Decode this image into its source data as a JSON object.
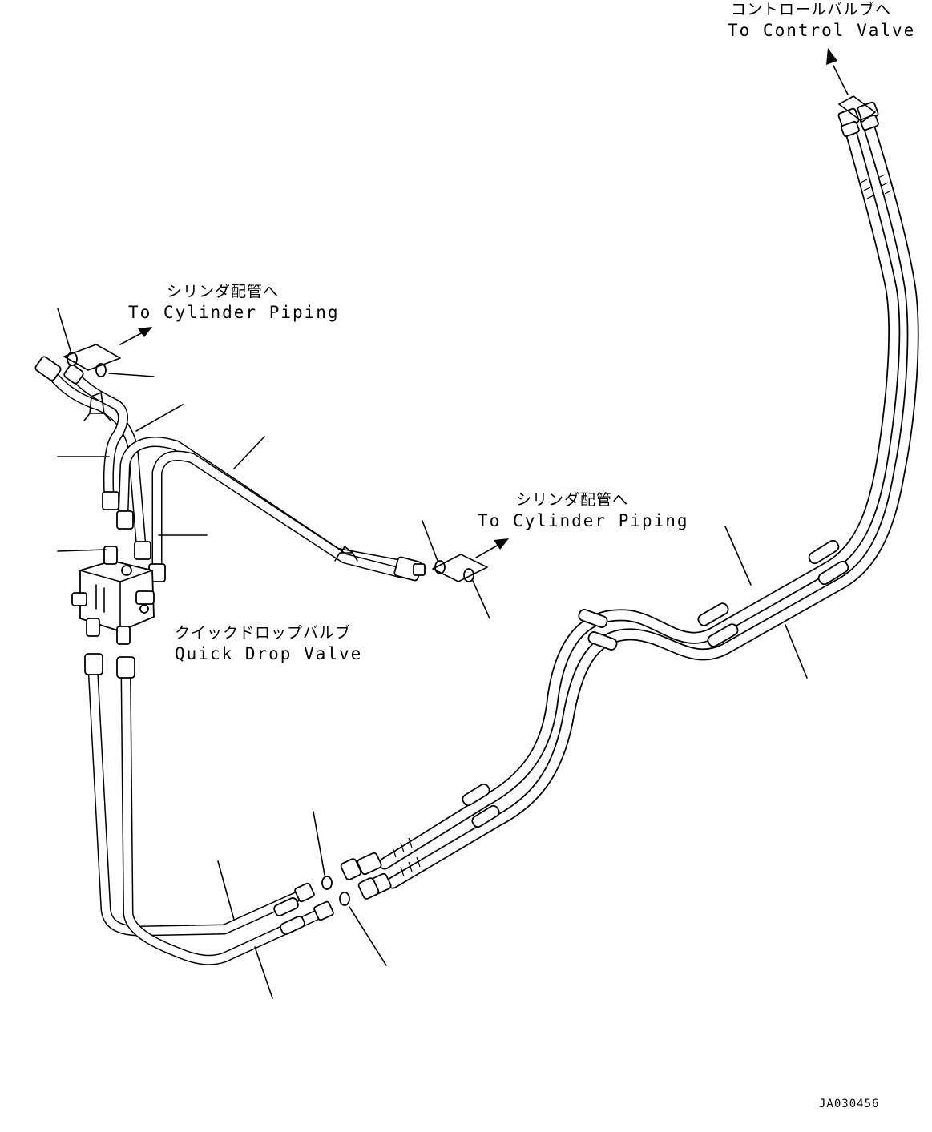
{
  "labels": {
    "control_valve_jp": "コントロールバルブへ",
    "control_valve_en": "To Control Valve",
    "cylinder_piping_1_jp": "シリンダ配管へ",
    "cylinder_piping_1_en": "To Cylinder Piping",
    "cylinder_piping_2_jp": "シリンダ配管へ",
    "cylinder_piping_2_en": "To Cylinder Piping",
    "quick_drop_valve_jp": "クイックドロップバルブ",
    "quick_drop_valve_en": "Quick Drop Valve",
    "drawing_code": "JA030456"
  },
  "icons": [
    "arrow-icon",
    "o-ring-icon",
    "fitting-icon",
    "clamp-icon",
    "valve-icon"
  ]
}
